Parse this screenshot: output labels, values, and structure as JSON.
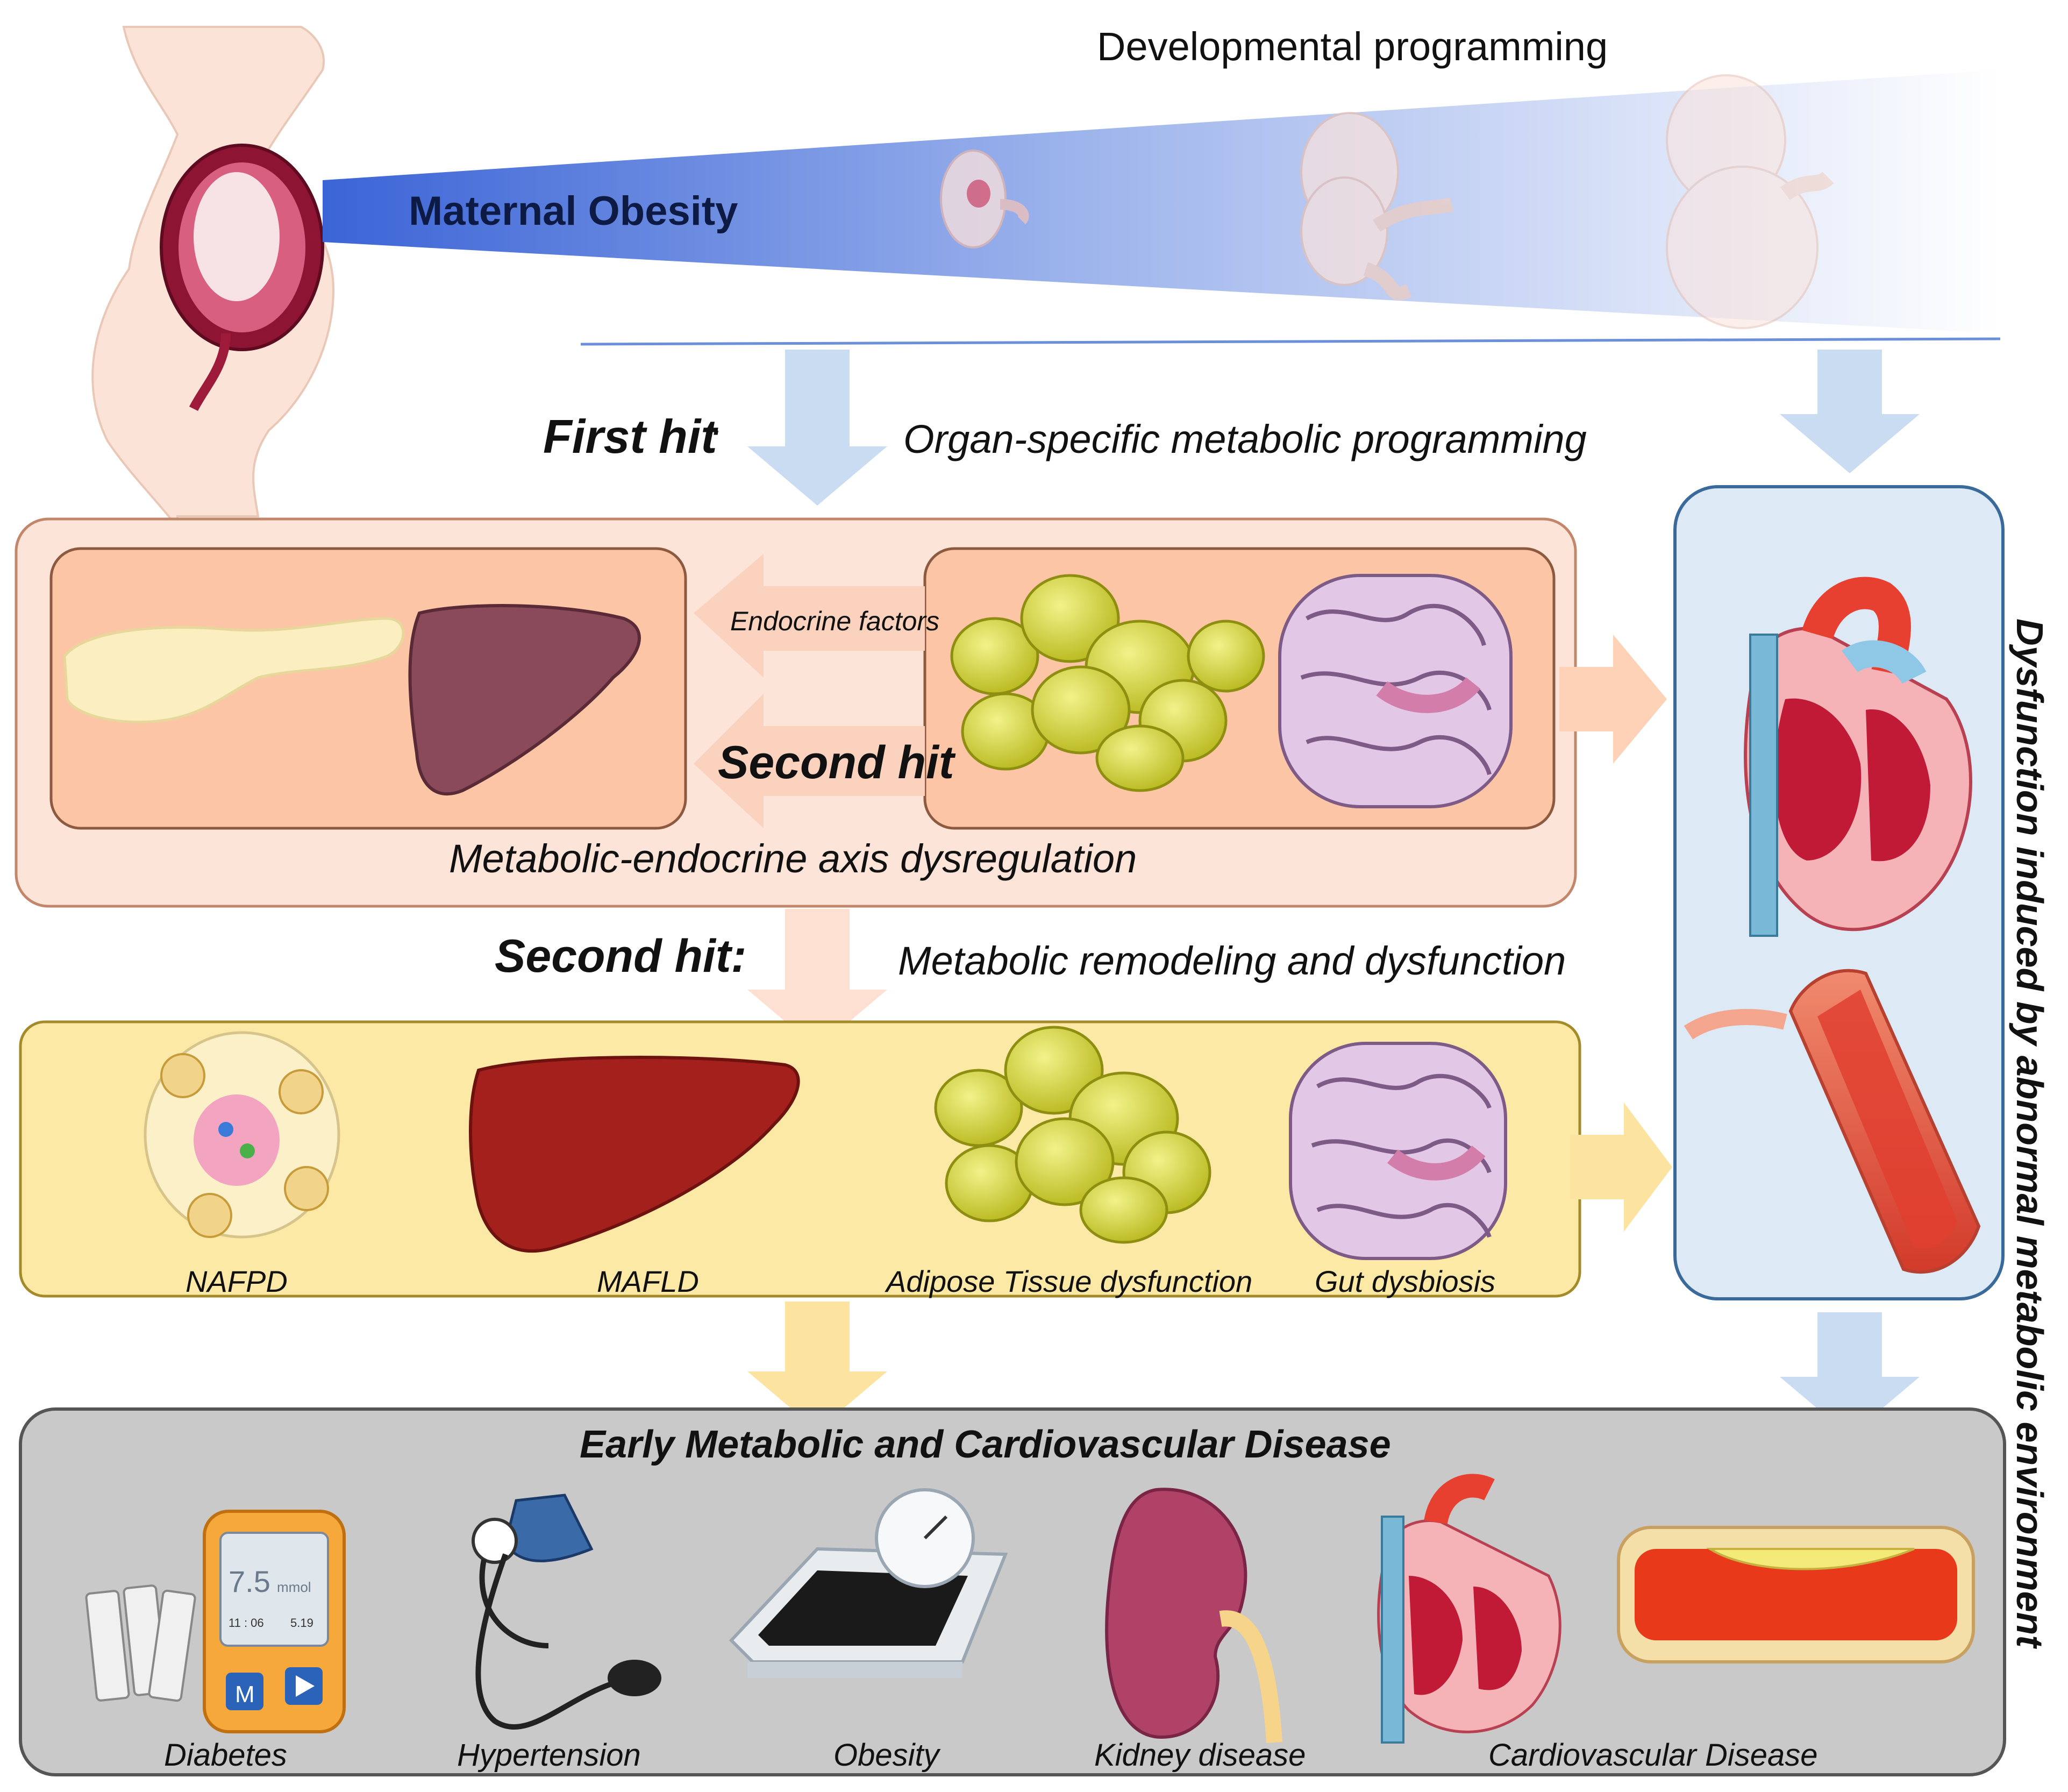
{
  "top": {
    "developmental_programming": "Developmental programming",
    "maternal_obesity": "Maternal Obesity"
  },
  "first_hit": {
    "label": "First hit",
    "colon": ":",
    "description": "Organ-specific metabolic programming"
  },
  "axis_box": {
    "endocrine_factors": "Endocrine factors",
    "second_hit_inner": "Second hit",
    "caption": "Metabolic-endocrine axis dysregulation"
  },
  "second_hit": {
    "label": "Second hit:",
    "description": "Metabolic remodeling and dysfunction"
  },
  "organs": {
    "nafpd": "NAFPD",
    "mafld": "MAFLD",
    "adipose": "Adipose Tissue dysfunction",
    "gut": "Gut dysbiosis"
  },
  "disease": {
    "title": "Early Metabolic and Cardiovascular Disease",
    "diabetes": "Diabetes",
    "hypertension": "Hypertension",
    "obesity": "Obesity",
    "kidney": "Kidney disease",
    "cvd": "Cardiovascular Disease"
  },
  "glucometer": {
    "reading": "7.5",
    "unit": "mmol",
    "time": "11 : 06",
    "date": "5.19",
    "button_m": "M"
  },
  "side_label": "Dysfunction induced by abnormal metabolic environment",
  "colors": {
    "blue_arrow": "#c9dcf2",
    "peach_box": "#fde4d8",
    "peach_inner": "#fcc6a6",
    "yellow_box": "#fde9a6",
    "gray_box": "#c9c9c9",
    "blue_box": "#ddeaf6"
  }
}
